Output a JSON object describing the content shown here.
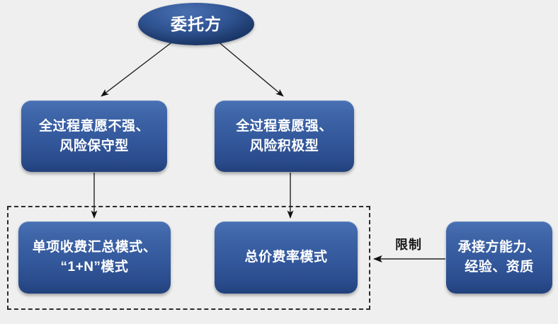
{
  "diagram": {
    "background_color": "#efefef",
    "node_fill_color": "#33589c",
    "node_text_color": "#ffffff",
    "edge_color": "#1a1a1a",
    "group_border_style": "dashed",
    "nodes": {
      "client": {
        "shape": "ellipse",
        "label": "委托方"
      },
      "weak_will": {
        "shape": "rounded-rect",
        "line1": "全过程意愿不强、",
        "line2": "风险保守型"
      },
      "strong_will": {
        "shape": "rounded-rect",
        "line1": "全过程意愿强、",
        "line2": "风险积极型"
      },
      "itemized_mode": {
        "shape": "rounded-rect",
        "line1": "单项收费汇总模式、",
        "line2": "“1+N”模式"
      },
      "lump_sum_rate_mode": {
        "shape": "rounded-rect",
        "line1": "总价费率模式"
      },
      "contractor_capability": {
        "shape": "rounded-rect",
        "line1": "承接方能力、",
        "line2": "经验、资质"
      }
    },
    "edges": [
      {
        "from": "client",
        "to": "weak_will",
        "label": ""
      },
      {
        "from": "client",
        "to": "strong_will",
        "label": ""
      },
      {
        "from": "weak_will",
        "to": "itemized_mode",
        "label": ""
      },
      {
        "from": "strong_will",
        "to": "lump_sum_rate_mode",
        "label": ""
      },
      {
        "from": "contractor_capability",
        "to": "mode_group",
        "label": "限制"
      }
    ],
    "edge_labels": {
      "restrict": "限制"
    }
  }
}
